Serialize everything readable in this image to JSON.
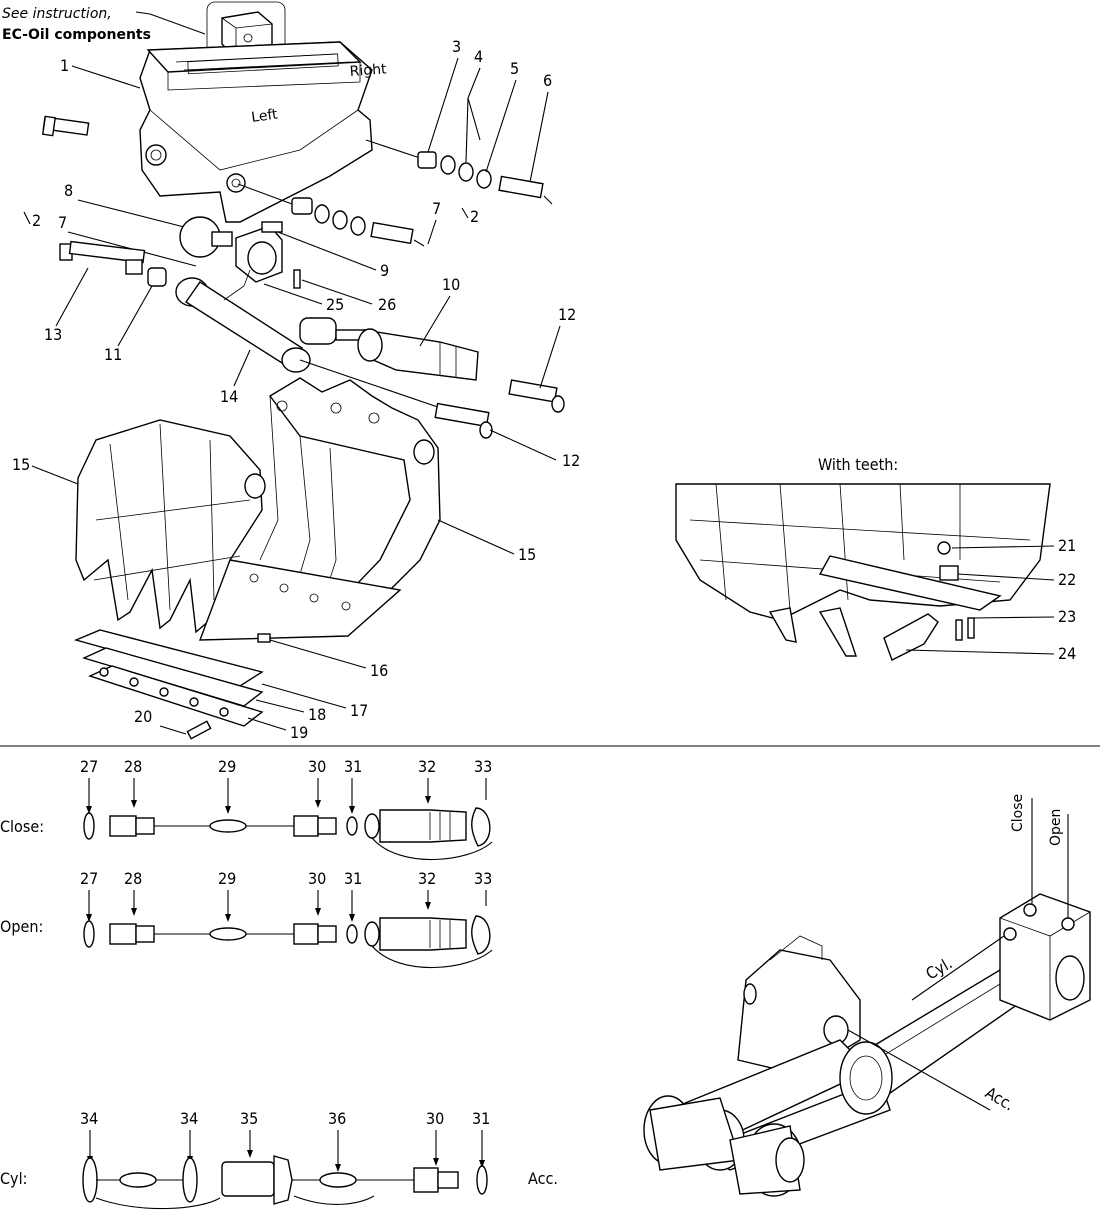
{
  "notes": {
    "see_instruction": "See instruction,",
    "ec_oil": "EC-Oil components",
    "right": "Right",
    "left": "Left",
    "with_teeth": "With teeth:",
    "close_vert": "Close",
    "open_vert": "Open",
    "cyl_label": "Cyl.",
    "acc_label": "Acc."
  },
  "callouts": {
    "c1": "1",
    "c2a": "2",
    "c2b": "2",
    "c3": "3",
    "c4": "4",
    "c5": "5",
    "c6": "6",
    "c7a": "7",
    "c7b": "7",
    "c8": "8",
    "c9": "9",
    "c10": "10",
    "c11": "11",
    "c12a": "12",
    "c12b": "12",
    "c13": "13",
    "c14": "14",
    "c15a": "15",
    "c15b": "15",
    "c16": "16",
    "c17": "17",
    "c18": "18",
    "c19": "19",
    "c20": "20",
    "c21": "21",
    "c22": "22",
    "c23": "23",
    "c24": "24",
    "c25": "25",
    "c26": "26"
  },
  "hydraulic_rows": [
    {
      "label": "Close:",
      "parts": [
        "27",
        "28",
        "29",
        "30",
        "31",
        "32",
        "33"
      ]
    },
    {
      "label": "Open:",
      "parts": [
        "27",
        "28",
        "29",
        "30",
        "31",
        "32",
        "33"
      ]
    },
    {
      "label": "Cyl:",
      "parts": [
        "34",
        "34",
        "35",
        "36",
        "30",
        "31"
      ],
      "end_label": "Acc."
    }
  ]
}
